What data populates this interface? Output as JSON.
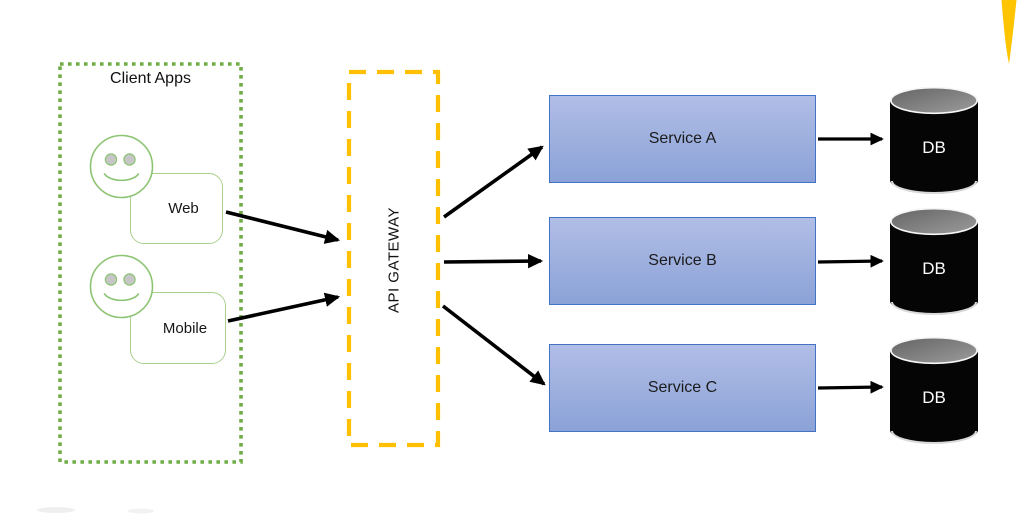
{
  "diagram": {
    "title_hint": "Microservices architecture with API gateway",
    "client_apps": {
      "title": "Client Apps",
      "items": [
        {
          "label": "Web",
          "icon": "smiley-user-icon"
        },
        {
          "label": "Mobile",
          "icon": "smiley-user-icon"
        }
      ]
    },
    "gateway": {
      "label": "API GATEWAY"
    },
    "services": [
      {
        "label": "Service A"
      },
      {
        "label": "Service B"
      },
      {
        "label": "Service C"
      }
    ],
    "databases": [
      {
        "label": "DB"
      },
      {
        "label": "DB"
      },
      {
        "label": "DB"
      }
    ],
    "connections": [
      {
        "from": "Web",
        "to": "API GATEWAY"
      },
      {
        "from": "Mobile",
        "to": "API GATEWAY"
      },
      {
        "from": "API GATEWAY",
        "to": "Service A"
      },
      {
        "from": "API GATEWAY",
        "to": "Service B"
      },
      {
        "from": "API GATEWAY",
        "to": "Service C"
      },
      {
        "from": "Service A",
        "to": "DB"
      },
      {
        "from": "Service B",
        "to": "DB"
      },
      {
        "from": "Service C",
        "to": "DB"
      }
    ],
    "colors": {
      "client_border_green": "#70ad47",
      "client_shape_green": "#8dc474",
      "gateway_dash_orange": "#ffc000",
      "service_fill_top": "#b1bee6",
      "service_fill_bottom": "#8ba2d7",
      "service_border": "#4472c4",
      "cylinder_body": "#050505",
      "cylinder_top": "#7f7f7f",
      "arrow": "#000000",
      "db_text": "#ffffff",
      "corner_accent": "#ffc400"
    }
  }
}
